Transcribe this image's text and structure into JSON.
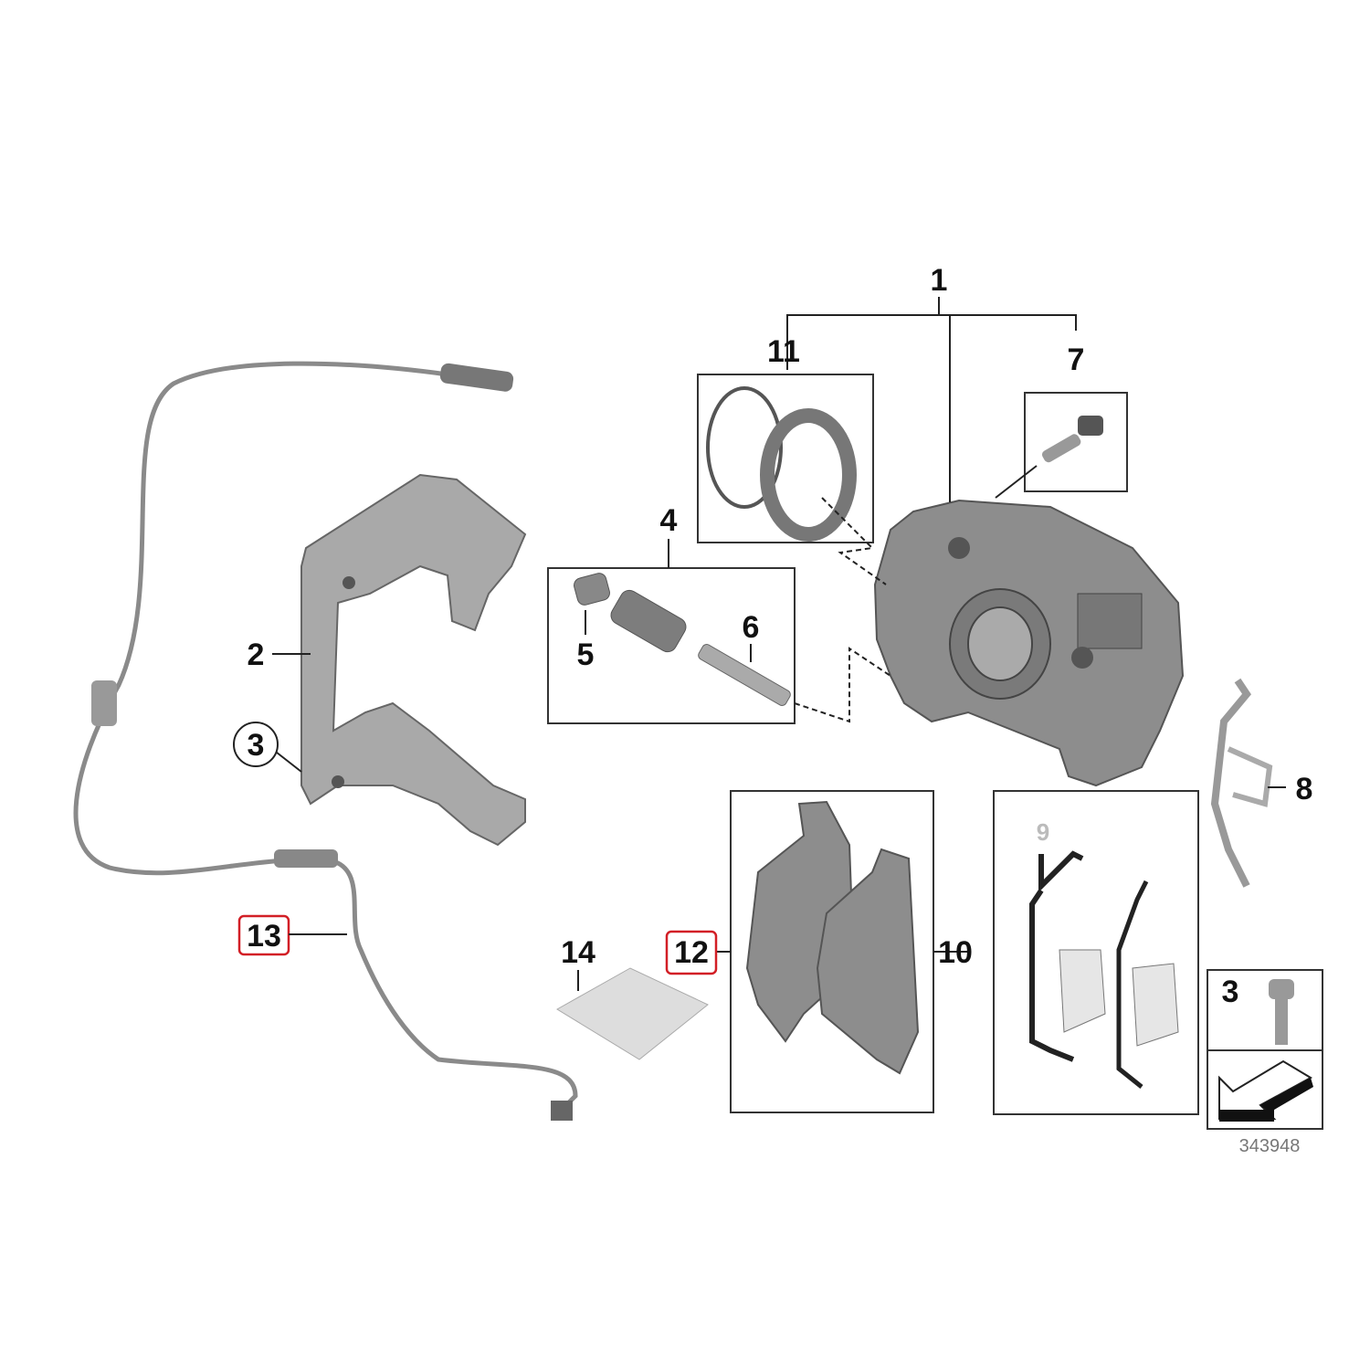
{
  "diagram": {
    "labels": {
      "l1": "1",
      "l2": "2",
      "l3": "3",
      "l4": "4",
      "l5": "5",
      "l6": "6",
      "l7": "7",
      "l8": "8",
      "l9": "9",
      "l10": "10",
      "l11": "11",
      "l12": "12",
      "l13": "13",
      "l14": "14",
      "l3_box": "3"
    },
    "highlighted": [
      "12",
      "13"
    ],
    "highlight_color": "#d21f26",
    "diagram_number": "343948"
  }
}
